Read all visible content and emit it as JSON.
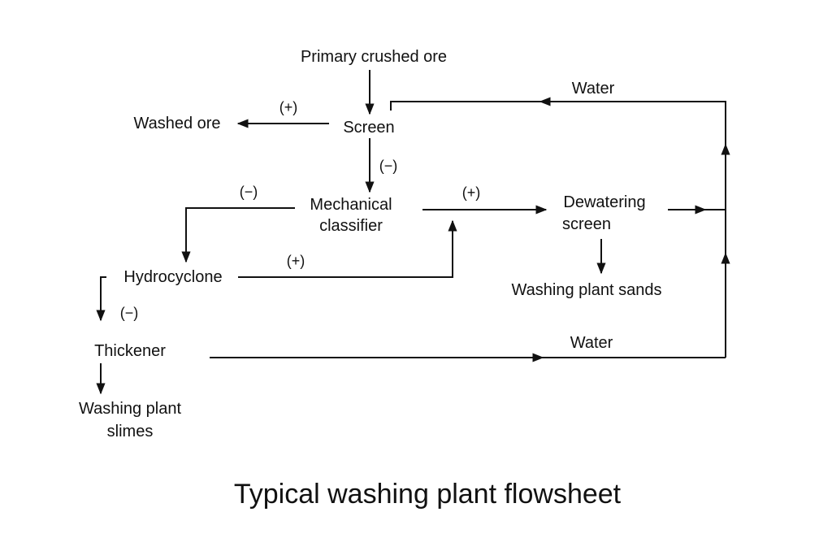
{
  "title": "Typical washing plant flowsheet",
  "nodes": {
    "primary_crushed_ore": "Primary crushed ore",
    "screen": "Screen",
    "washed_ore": "Washed ore",
    "mechanical_classifier_line1": "Mechanical",
    "mechanical_classifier_line2": "classifier",
    "dewatering_screen_line1": "Dewatering",
    "dewatering_screen_line2": "screen",
    "washing_plant_sands": "Washing plant sands",
    "hydrocyclone": "Hydrocyclone",
    "thickener": "Thickener",
    "washing_plant_slimes_line1": "Washing plant",
    "washing_plant_slimes_line2": "slimes"
  },
  "flow_labels": {
    "water_top": "Water",
    "water_bottom": "Water",
    "screen_oversize": "(+)",
    "screen_undersize": "(−)",
    "classifier_fines": "(−)",
    "classifier_coarse": "(+)",
    "hydrocyclone_underflow": "(+)",
    "hydrocyclone_overflow": "(−)"
  },
  "colors": {
    "ink": "#111111",
    "background": "#ffffff"
  }
}
